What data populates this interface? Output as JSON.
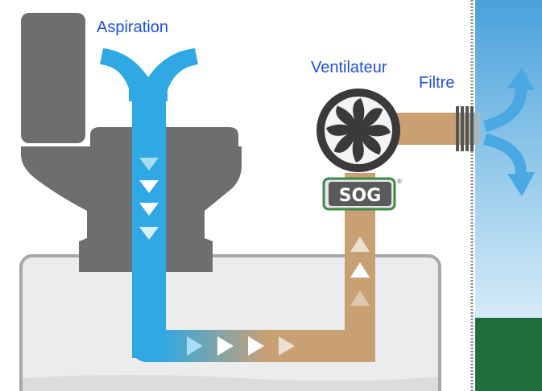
{
  "labels": {
    "aspiration": "Aspiration",
    "ventilateur": "Ventilateur",
    "filtre": "Filtre"
  },
  "logo": {
    "text": "SOG",
    "registered": "®"
  },
  "colors": {
    "label_text": "#1f4fe0",
    "toilet": "#6e6e6e",
    "tank_body": "#ececec",
    "tank_outline": "#a8a8a8",
    "air_blue": "#2fa8e4",
    "pipe_tan": "#c9a074",
    "fan_dark": "#3a3a3a",
    "sky_top": "#4aa2dc",
    "sky_bottom": "#d6ecf8",
    "grass": "#1f6e3c",
    "wall_dots": "#8a8a8a",
    "logo_green": "#3a8a45"
  },
  "icons": {
    "fan": "fan-icon",
    "logo": "sog-logo",
    "arrows": "flow-arrow-icon"
  }
}
